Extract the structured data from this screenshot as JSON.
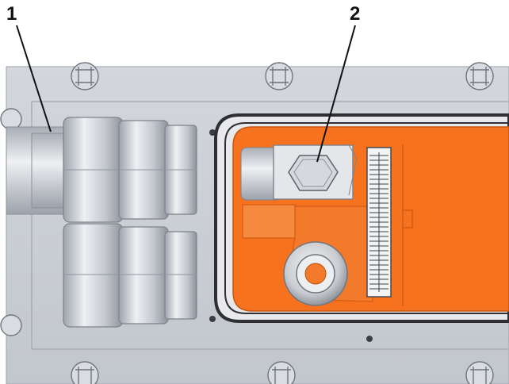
{
  "callouts": [
    {
      "number": "1",
      "target": "connector-plug"
    },
    {
      "number": "2",
      "target": "terminal-hex-bolt"
    }
  ],
  "colors": {
    "housing": "#ccd0d6",
    "housing_shadow": "#9aa0aa",
    "orange_busbar": "#f7721f",
    "orange_dark": "#e06317",
    "metal_light": "#e4e6ea",
    "gasket": "#2f2f33",
    "ink": "#111111"
  }
}
